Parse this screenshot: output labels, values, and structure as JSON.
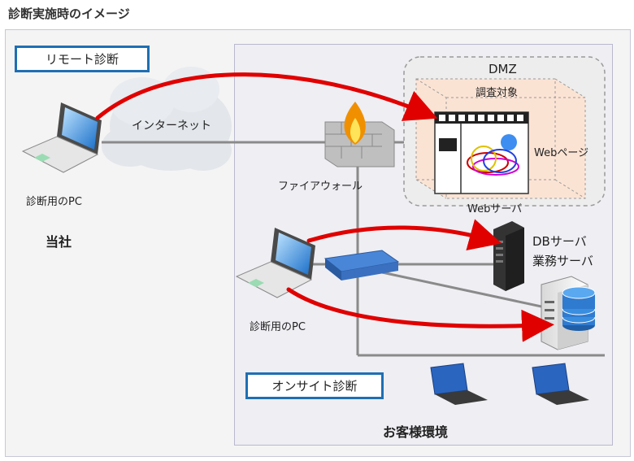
{
  "title": "診断実施時のイメージ",
  "remote_label": "リモート診断",
  "onsite_label": "オンサイト診断",
  "internet_label": "インターネット",
  "dmz_label": "DMZ",
  "target_label": "調査対象",
  "webpage_label": "Webページ",
  "webserver_label": "Webサーバ",
  "firewall_label": "ファイアウォール",
  "pc_remote_label": "診断用のPC",
  "pc_onsite_label": "診断用のPC",
  "company_label": "当社",
  "db_label": "DBサーバ",
  "biz_label": "業務サーバ",
  "customer_label": "お客様環境",
  "colors": {
    "arrow": "#e00000",
    "frame": "#1f6fb4",
    "dmz_fill": "#fbe3d4"
  }
}
